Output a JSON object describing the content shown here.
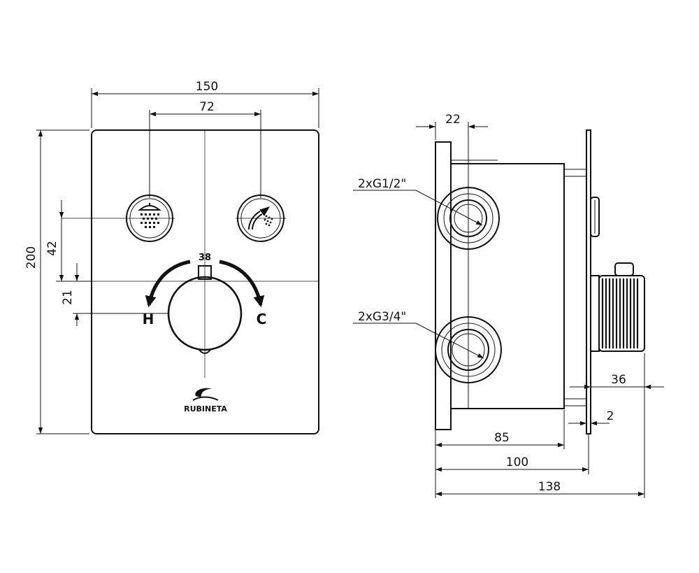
{
  "front_view": {
    "dims": {
      "width": "150",
      "button_spacing": "72",
      "height": "200",
      "button_height": "42",
      "knob_offset": "21"
    },
    "knob_marks": {
      "top": "38",
      "hot": "H",
      "cold": "C"
    },
    "brand": "RUBINETA",
    "icons": [
      "shower-head-icon",
      "hand-shower-icon"
    ]
  },
  "side_view": {
    "dims": {
      "flange_depth": "22",
      "knob_depth": "36",
      "plate_thickness": "2",
      "body_depth": "85",
      "to_plate": "100",
      "overall_depth": "138"
    },
    "ports": {
      "upper": "2xG1/2\"",
      "lower": "2xG3/4\""
    }
  }
}
